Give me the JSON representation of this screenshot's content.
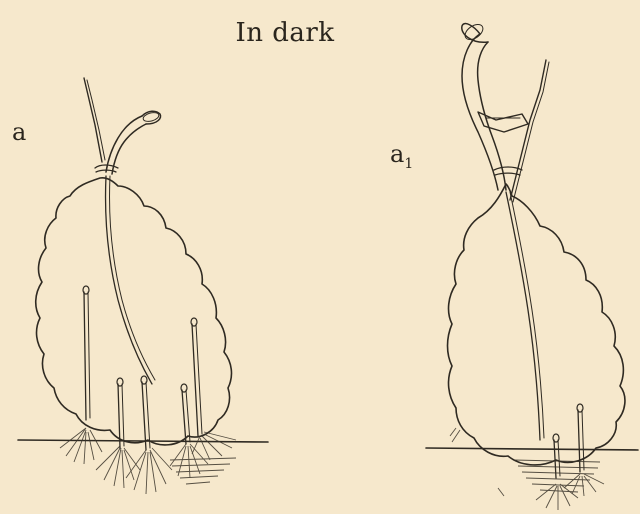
{
  "figure": {
    "caption": "In dark",
    "panel_left_label": "a",
    "panel_right_label_base": "a",
    "panel_right_label_sub": "1"
  },
  "colors": {
    "paper": "#f6e8cc",
    "ink": "#2f2a22"
  }
}
